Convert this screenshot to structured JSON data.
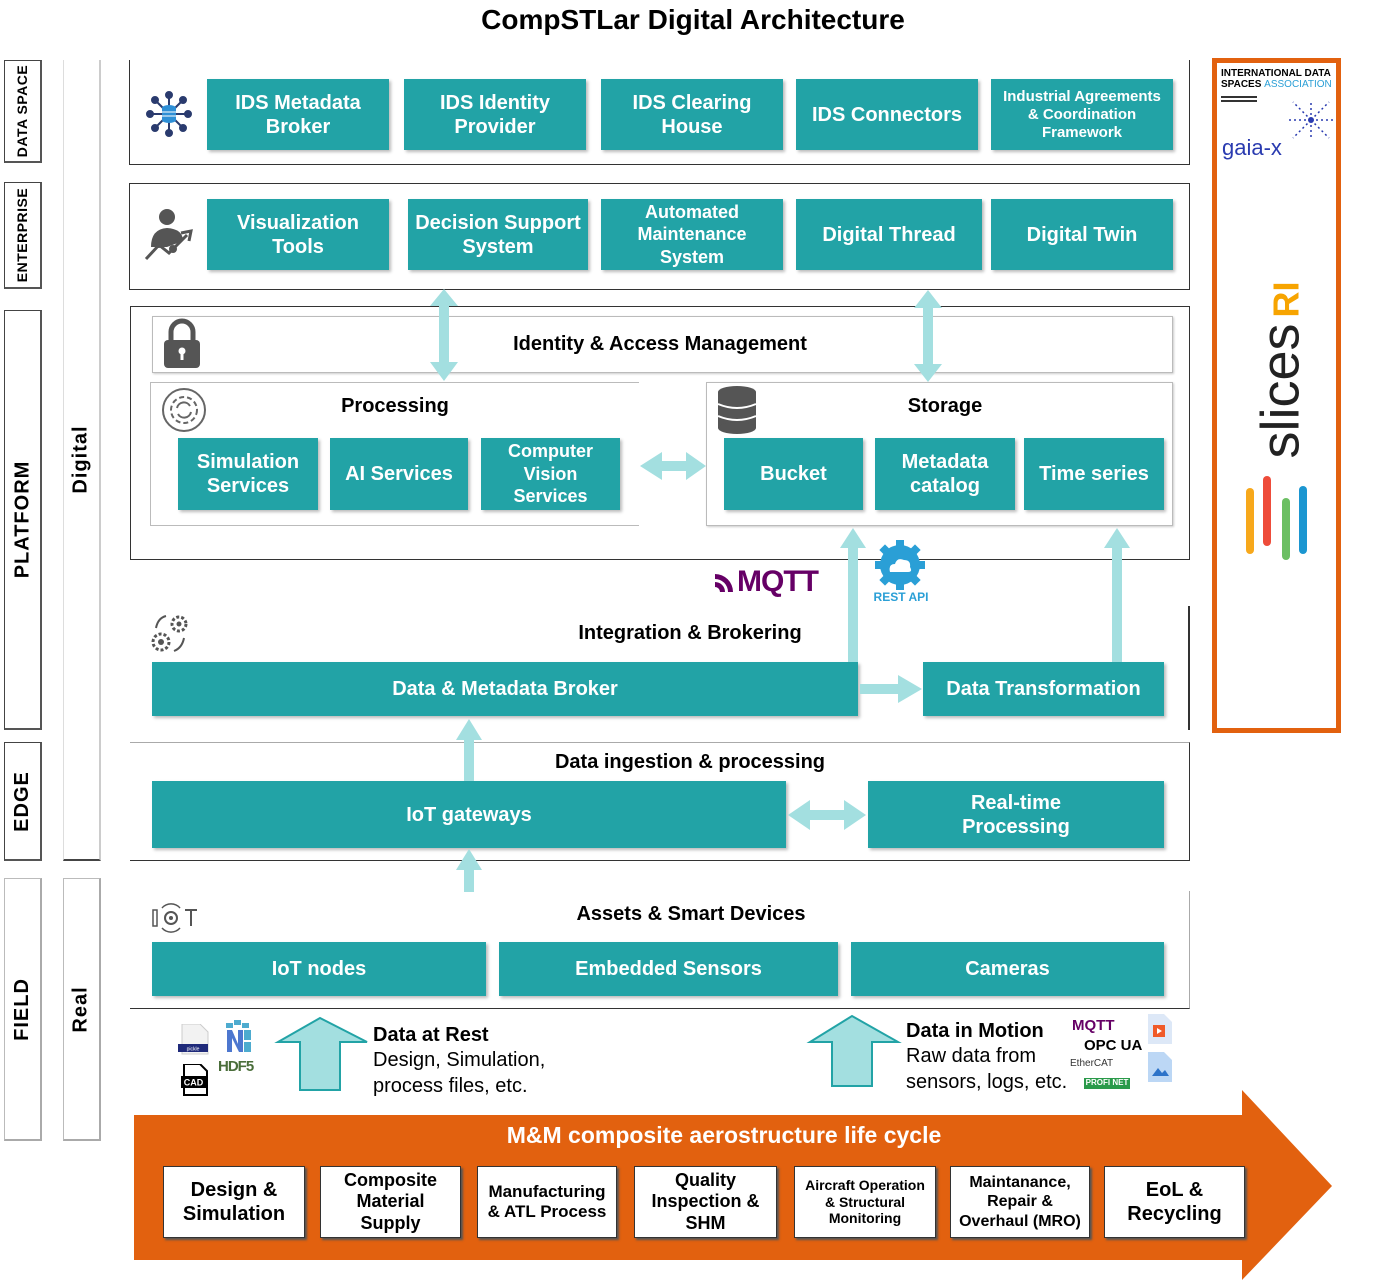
{
  "title": "CompSTLar Digital Architecture",
  "layers": {
    "data_space": "DATA SPACE",
    "enterprise": "ENTERPRISE",
    "platform": "PLATFORM",
    "edge": "EDGE",
    "field": "FIELD"
  },
  "domains": {
    "digital": "Digital",
    "real": "Real"
  },
  "data_space": {
    "icon": "data-network-icon",
    "items": [
      "IDS Metadata\nBroker",
      "IDS Identity\nProvider",
      "IDS Clearing\nHouse",
      "IDS Connectors",
      "Industrial Agreements\n& Coordination\nFramework"
    ]
  },
  "enterprise": {
    "icon": "analytics-person-icon",
    "items": [
      "Visualization\nTools",
      "Decision Support\nSystem",
      "Automated\nMaintenance\nSystem",
      "Digital Thread",
      "Digital Twin"
    ]
  },
  "platform": {
    "iam": {
      "label": "Identity & Access Management",
      "icon": "lock-icon"
    },
    "processing": {
      "label": "Processing",
      "icon": "gear-cycle-icon",
      "items": [
        "Simulation\nServices",
        "AI Services",
        "Computer\nVision\nServices"
      ]
    },
    "storage": {
      "label": "Storage",
      "icon": "database-icon",
      "items": [
        "Bucket",
        "Metadata\ncatalog",
        "Time series"
      ]
    }
  },
  "protocols": {
    "mqtt": "MQTT",
    "rest_api": "REST API"
  },
  "integration": {
    "label": "Integration & Brokering",
    "icon": "gears-icon",
    "broker": "Data & Metadata Broker",
    "transformation": "Data Transformation"
  },
  "edge": {
    "label": "Data ingestion & processing",
    "gateways": "IoT gateways",
    "realtime": "Real-time\nProcessing"
  },
  "field": {
    "label": "Assets & Smart Devices",
    "icon": "iot-icon",
    "items": [
      "IoT nodes",
      "Embedded Sensors",
      "Cameras"
    ]
  },
  "data_at_rest": {
    "title": "Data at Rest",
    "line1": "Design, Simulation,",
    "line2": "process files, etc.",
    "file_icons": {
      "pickle": "pickle",
      "cad": "CAD",
      "hdf5": "HDF5"
    }
  },
  "data_in_motion": {
    "title": "Data in Motion",
    "line1": "Raw data from",
    "line2": "sensors, logs, etc.",
    "protocols": [
      "MQTT",
      "OPC UA",
      "EtherCAT",
      "PROFI NET"
    ]
  },
  "lifecycle": {
    "title": "M&M composite aerostructure life cycle",
    "stages": [
      "Design &\nSimulation",
      "Composite\nMaterial\nSupply",
      "Manufacturing\n& ATL Process",
      "Quality\nInspection &\nSHM",
      "Aircraft Operation\n& Structural\nMonitoring",
      "Maintanance,\nRepair &\nOverhaul (MRO)",
      "EoL &\nRecycling"
    ]
  },
  "partners": {
    "idsa_line1": "INTERNATIONAL DATA",
    "idsa_line2a": "SPACES ",
    "idsa_line2b": "ASSOCIATION",
    "gaiax": "gaia-x",
    "slices": "slices",
    "slices_ri": "RI"
  },
  "colors": {
    "teal": "#22a3a6",
    "arrow": "#a3dfe0",
    "orange": "#e2610f",
    "mqtt_purple": "#660066",
    "rest_blue": "#2a9fd6"
  }
}
